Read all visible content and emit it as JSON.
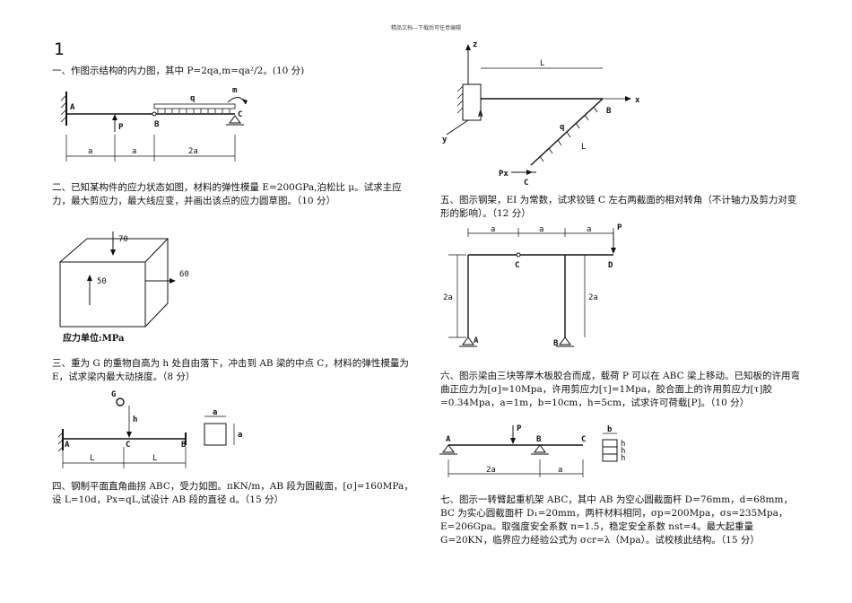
{
  "header_note": "精品文档---下载后可任意编辑",
  "page_number": "1",
  "questions": [
    {
      "id": "q1",
      "text": "一、作图示结构的内力图，其中 P=2qa,m=qa²/2。(10 分)"
    },
    {
      "id": "q2",
      "text": "二、已知某构件的应力状态如图，材料的弹性模量 E=200GPa,泊松比 μ。试求主应力，最大剪应力，最大线应变，并画出该点的应力圆草图。（10 分）"
    },
    {
      "id": "q3",
      "text": "三、重为 G 的重物自高为 h 处自由落下，冲击到 AB 梁的中点 C，材料的弹性模量为 E，试求梁内最大动挠度。（8 分）"
    },
    {
      "id": "q4",
      "text": "四、钢制平面直角曲拐 ABC，受力如图。πKN/m，AB 段为圆截面，[σ]=160MPa，设 L=10d，Px=qL,试设计 AB 段的直径 d。（15 分）"
    },
    {
      "id": "q5",
      "text": "五、图示钢架，EI 为常数，试求铰链 C 左右两截面的相对转角（不计轴力及剪力对变形的影响）。（12 分）"
    },
    {
      "id": "q6",
      "text": "六、图示梁由三块等厚木板胶合而成，载荷 P 可以在 ABC 梁上移动。已知板的许用弯曲正应力为[σ]=10Mpa，许用剪应力[τ]=1Mpa，胶合面上的许用剪应力[τ]胶=0.34Mpa，a=1m，b=10cm，h=5cm，试求许可荷载[P]。（10 分）"
    },
    {
      "id": "q7",
      "text": "七、图示一转臂起重机架 ABC，其中 AB 为空心圆截面杆 D=76mm，d=68mm，BC 为实心圆截面杆 D₁=20mm，两杆材料相同，σp=200Mpa，σs=235Mpa，E=206Gpa。取强度安全系数 n=1.5，稳定安全系数 nst=4。最大起重量 G=20KN，临界应力经验公式为 σcr=λ（Mpa）。试校核此结构。（15 分）"
    }
  ],
  "fig1": {
    "A": "A",
    "B": "B",
    "C": "C",
    "P": "P",
    "q": "q",
    "m": "m",
    "dims": [
      "a",
      "a",
      "2a"
    ]
  },
  "fig2": {
    "s_top": "70",
    "s_front": "50",
    "s_right": "60",
    "unit_caption": "应力单位:MPa"
  },
  "fig3": {
    "G": "G",
    "h": "h",
    "A": "A",
    "C": "C",
    "B": "B",
    "dims": [
      "L",
      "L"
    ],
    "sec": "a"
  },
  "fig4": {
    "z": "z",
    "x": "x",
    "y": "y",
    "A": "A",
    "B": "B",
    "C": "C",
    "L1": "L",
    "L2": "L",
    "q": "q",
    "Px": "Px"
  },
  "fig5": {
    "P": "P",
    "A": "A",
    "B": "B",
    "C": "C",
    "D": "D",
    "dims": [
      "a",
      "a",
      "a"
    ],
    "h1": "2a",
    "h2": "2a"
  },
  "fig6": {
    "A": "A",
    "B": "B",
    "C": "C",
    "P": "P",
    "dims": [
      "2a",
      "a"
    ],
    "b": "b",
    "h": "h"
  }
}
